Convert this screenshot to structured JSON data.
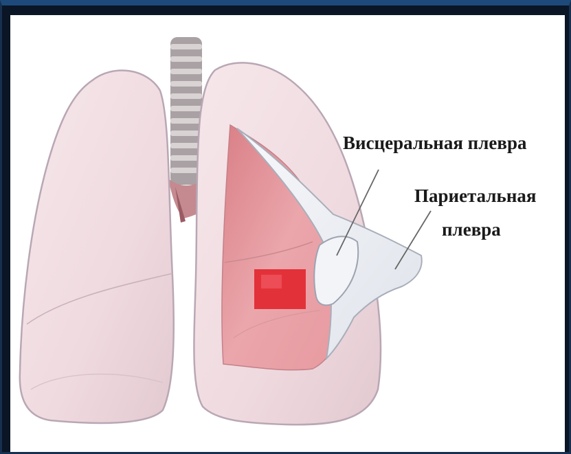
{
  "labels": {
    "visceral": "Висцеральная плевра",
    "parietal_line1": "Париетальная",
    "parietal_line2": "плевра"
  },
  "colors": {
    "background_frame": "#0a1526",
    "lung_surface": "#f1dfe2",
    "lung_outline": "#b9a7b4",
    "lung_interior": "#e9a2a7",
    "exposed_tissue": "#e3313a",
    "pleura_membrane": "#eceff4",
    "trachea": "#b8afb0"
  }
}
